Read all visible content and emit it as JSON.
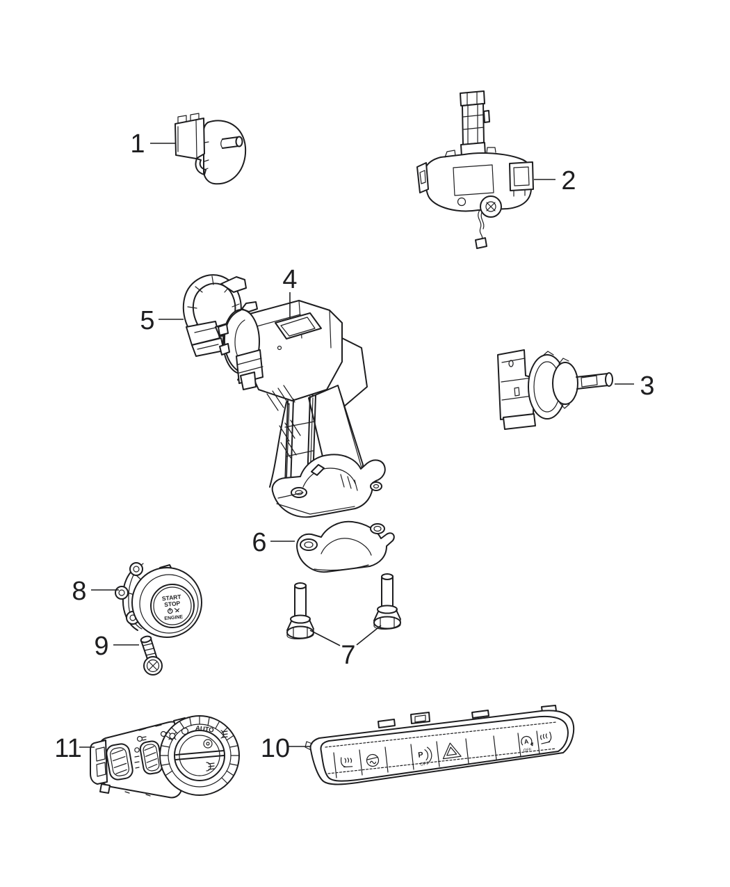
{
  "diagram": {
    "line_color": "#1d1d1f",
    "background": "#ffffff",
    "callouts": [
      {
        "label": "1"
      },
      {
        "label": "2"
      },
      {
        "label": "3"
      },
      {
        "label": "4"
      },
      {
        "label": "5"
      },
      {
        "label": "6"
      },
      {
        "label": "7"
      },
      {
        "label": "8"
      },
      {
        "label": "9"
      },
      {
        "label": "10"
      },
      {
        "label": "11"
      }
    ],
    "start_stop_button": {
      "line1": "START",
      "line2": "STOP",
      "line3": "ENGINE"
    },
    "headlamp_dial": {
      "auto_label": "AUTO"
    },
    "switch_panel": {
      "park_assist_letter": "P",
      "park_assist_off": "OFF",
      "stop_start_letter": "A",
      "stop_start_off": "OFF"
    }
  }
}
